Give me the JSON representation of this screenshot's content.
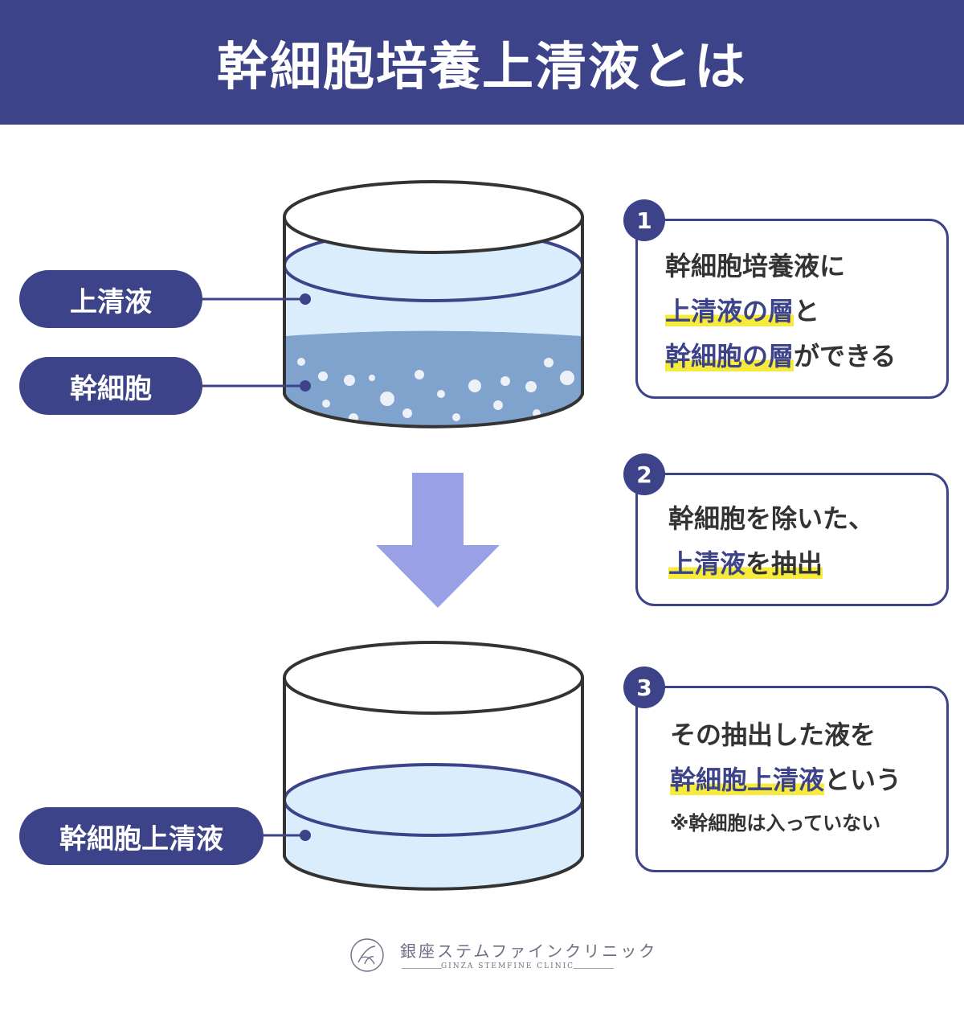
{
  "title": "幹細胞培養上清液とは",
  "labels": {
    "supernatant": "上清液",
    "stem_cells": "幹細胞",
    "stem_cell_supernatant": "幹細胞上清液"
  },
  "steps": [
    {
      "number": "1",
      "lines": [
        [
          {
            "text": "幹細胞培養液に",
            "hl": false
          }
        ],
        [
          {
            "text": "上清液の層",
            "hl": true
          },
          {
            "text": "と",
            "hl": false
          }
        ],
        [
          {
            "text": "幹細胞の層",
            "hl": true
          },
          {
            "text": "ができる",
            "hl": false
          }
        ]
      ]
    },
    {
      "number": "2",
      "lines": [
        [
          {
            "text": "幹細胞を除いた、",
            "hl": false
          }
        ],
        [
          {
            "text": "上清液",
            "hl": true
          },
          {
            "text": "を抽出",
            "hl": true
          }
        ]
      ]
    },
    {
      "number": "3",
      "lines": [
        [
          {
            "text": "その抽出した液を",
            "hl": false
          }
        ],
        [
          {
            "text": "幹細胞上清液",
            "hl": true
          },
          {
            "text": "という",
            "hl": false
          }
        ]
      ],
      "note": "※幹細胞は入っていない"
    }
  ],
  "footer": {
    "name_jp": "銀座ステムファインクリニック",
    "name_en": "GINZA STEMFINE CLINIC"
  },
  "colors": {
    "navy": "#3d4389",
    "supernatant_fill": "#daedfd",
    "cell_layer_fill": "#80a3cd",
    "arrow": "#99a1e6",
    "highlight": "#f6ea3c",
    "outline": "#333333"
  },
  "icons": {
    "logo": "clinic-logo-icon",
    "arrow": "arrow-down-icon"
  }
}
